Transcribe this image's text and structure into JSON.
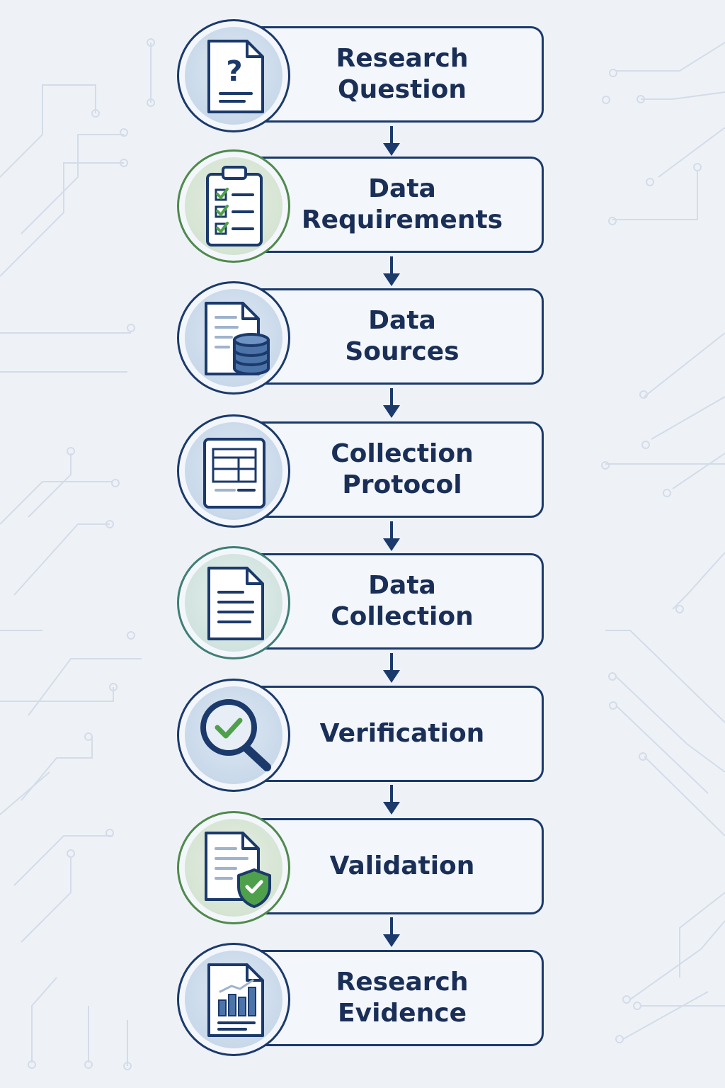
{
  "steps": [
    {
      "lines": [
        "Research",
        "Question"
      ],
      "icon": "question-document-icon"
    },
    {
      "lines": [
        "Data",
        "Requirements"
      ],
      "icon": "checklist-clipboard-icon"
    },
    {
      "lines": [
        "Data",
        "Sources"
      ],
      "icon": "document-database-icon"
    },
    {
      "lines": [
        "Collection",
        "Protocol"
      ],
      "icon": "table-form-icon"
    },
    {
      "lines": [
        "Data",
        "Collection"
      ],
      "icon": "text-document-icon"
    },
    {
      "lines": [
        "Verification"
      ],
      "icon": "magnifier-check-icon"
    },
    {
      "lines": [
        "Validation"
      ],
      "icon": "document-shield-icon"
    },
    {
      "lines": [
        "Research",
        "Evidence"
      ],
      "icon": "report-chart-icon"
    }
  ],
  "colors": {
    "primary": "#1b3a6b",
    "text": "#1a2f57",
    "check_green": "#4fa04a",
    "background": "#eef2f7",
    "database": "#4d74a8"
  }
}
